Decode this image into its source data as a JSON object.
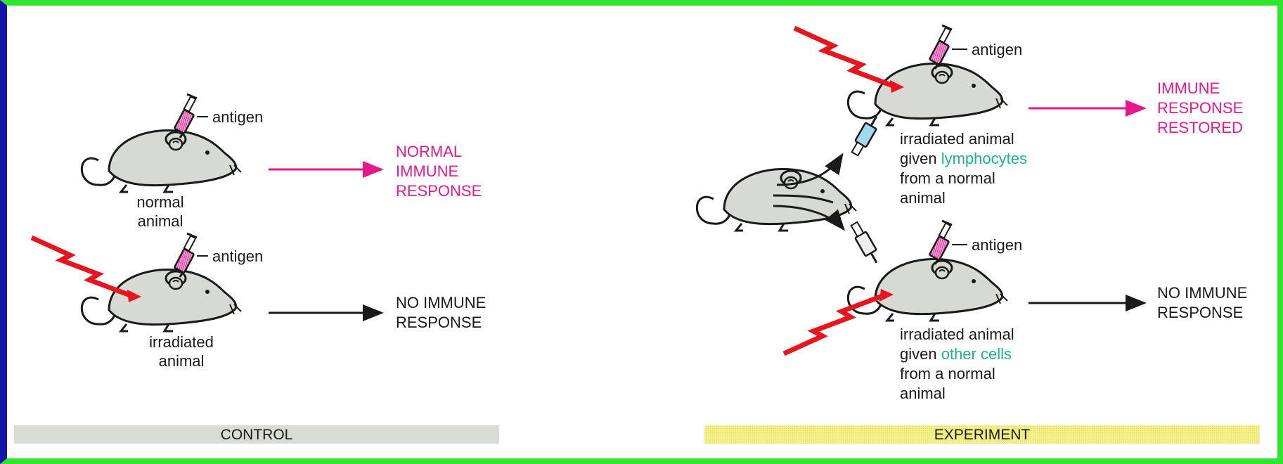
{
  "colors": {
    "frame_green": "#2ee62e",
    "frame_blue": "#1414a8",
    "mouse_fill": "#d6d9d4",
    "response_pink": "#e8188c",
    "cells_green": "#1db28a",
    "irradiation_red": "#e8141e",
    "control_bar": "#d8dbd6",
    "experiment_bar": "#f4f08a",
    "syringe_lymph": "#9fd8ef",
    "syringe_antigen": "#f4a8d8"
  },
  "icons": [
    "mouse-icon",
    "syringe-icon",
    "lightning-bolt-icon",
    "arrow-icon"
  ],
  "control": {
    "label": "CONTROL",
    "normal": {
      "antigen_label": "antigen",
      "animal_line1": "normal",
      "animal_line2": "animal",
      "result_line1": "NORMAL",
      "result_line2": "IMMUNE",
      "result_line3": "RESPONSE"
    },
    "irradiated": {
      "antigen_label": "antigen",
      "animal_line1": "irradiated",
      "animal_line2": "animal",
      "result_line1": "NO IMMUNE",
      "result_line2": "RESPONSE"
    }
  },
  "experiment": {
    "label": "EXPERIMENT",
    "lymphocytes": {
      "antigen_label": "antigen",
      "desc_line1": "irradiated animal",
      "desc_line2_prefix": "given ",
      "desc_line2_highlight": "lymphocytes",
      "desc_line3": "from a normal",
      "desc_line4": "animal",
      "result_line1": "IMMUNE",
      "result_line2": "RESPONSE",
      "result_line3": "RESTORED"
    },
    "other_cells": {
      "antigen_label": "antigen",
      "desc_line1": "irradiated animal",
      "desc_line2_prefix": "given ",
      "desc_line2_highlight": "other cells",
      "desc_line3": "from a normal",
      "desc_line4": "animal",
      "result_line1": "NO IMMUNE",
      "result_line2": "RESPONSE"
    }
  }
}
